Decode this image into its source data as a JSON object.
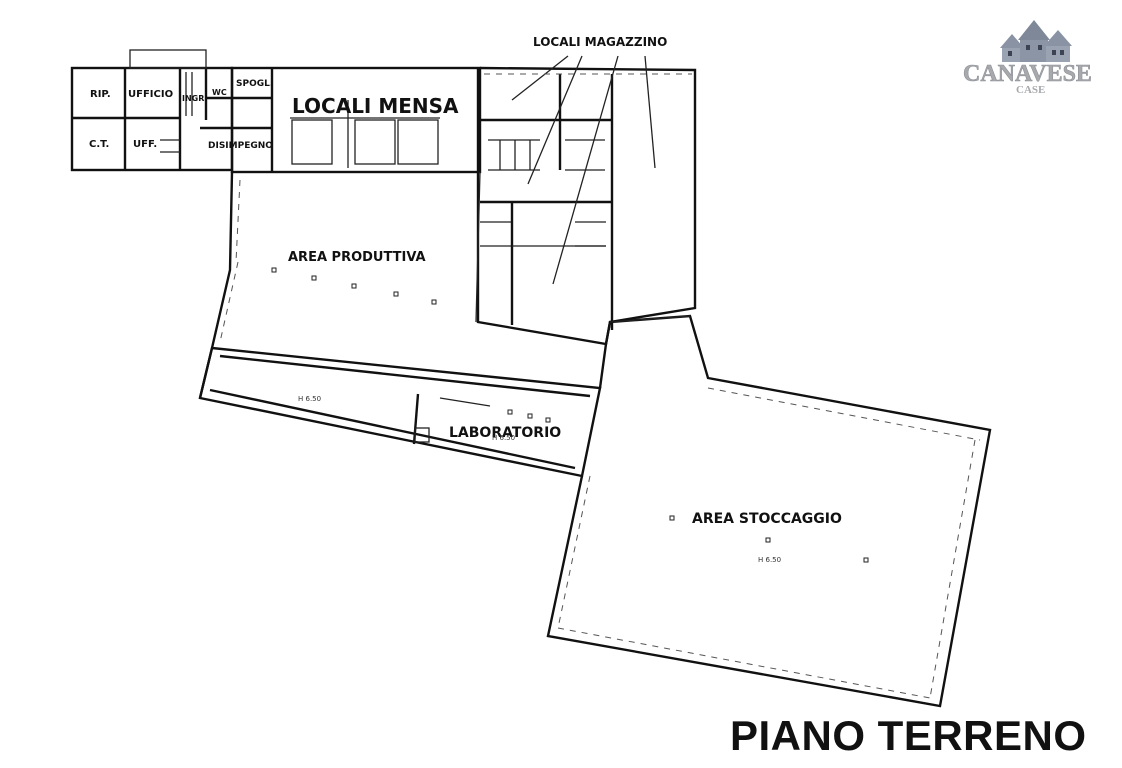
{
  "rooms": {
    "rip": "RIP.",
    "ufficio": "UFFICIO",
    "ingr": "INGR.",
    "wc": "WC",
    "spogl": "SPOGL.",
    "ct": "C.T.",
    "uff": "UFF.",
    "disimpegno": "DISIMPEGNO",
    "locali_mensa": "LOCALI MENSA",
    "locali_magazzino": "LOCALI MAGAZZINO",
    "area_produttiva": "AREA PRODUTTIVA",
    "laboratorio": "LABORATORIO",
    "area_stoccaggio": "AREA STOCCAGGIO"
  },
  "heights": {
    "h1": "H 6.50",
    "h2": "H 6.50",
    "h3": "H 6.50"
  },
  "title": "PIANO TERRENO",
  "logo": {
    "name": "CANAVESE",
    "sub": "CASE",
    "colors": {
      "roof": "#8a93a3",
      "text": "#a7a9ad",
      "window": "#3c4454"
    }
  }
}
